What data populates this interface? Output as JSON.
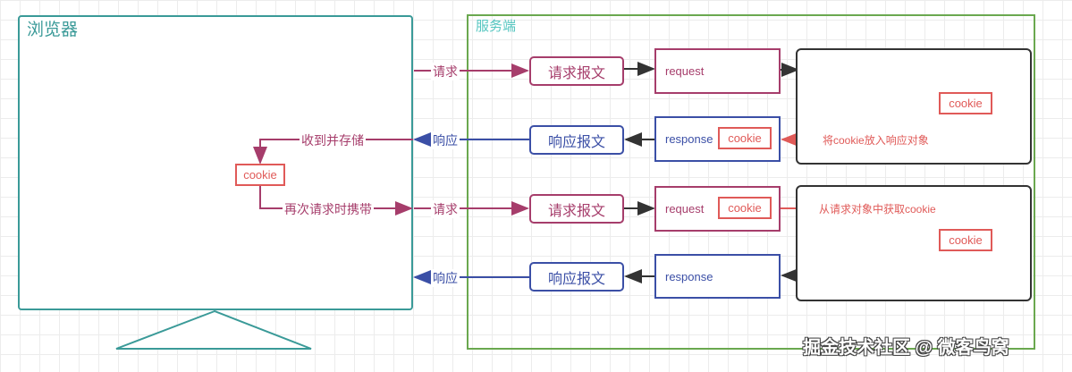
{
  "browser": {
    "title": "浏览器"
  },
  "server": {
    "title": "服务端"
  },
  "flow1": {
    "request_label": "请求",
    "request_message": "请求报文",
    "request_object": "request",
    "response_message": "响应报文",
    "response_object": "response",
    "response_cookie": "cookie",
    "handler_cookie": "cookie",
    "put_cookie_label": "将cookie放入响应对象",
    "response_label": "响应",
    "store_label": "收到并存储"
  },
  "browser_cookie": "cookie",
  "carry_label": "再次请求时携带",
  "flow2": {
    "request_label": "请求",
    "request_message": "请求报文",
    "request_object": "request",
    "request_cookie": "cookie",
    "get_cookie_label": "从请求对象中获取cookie",
    "handler_cookie": "cookie",
    "response_message": "响应报文",
    "response_object": "response",
    "response_label": "响应"
  },
  "watermark": "掘金技术社区 @ 微客鸟窝",
  "colors": {
    "browser": "#3a9a98",
    "server": "#6aa84f",
    "request": "#a63d6b",
    "response": "#3b4fa6",
    "cookie": "#e05a58",
    "handler": "#333333"
  }
}
